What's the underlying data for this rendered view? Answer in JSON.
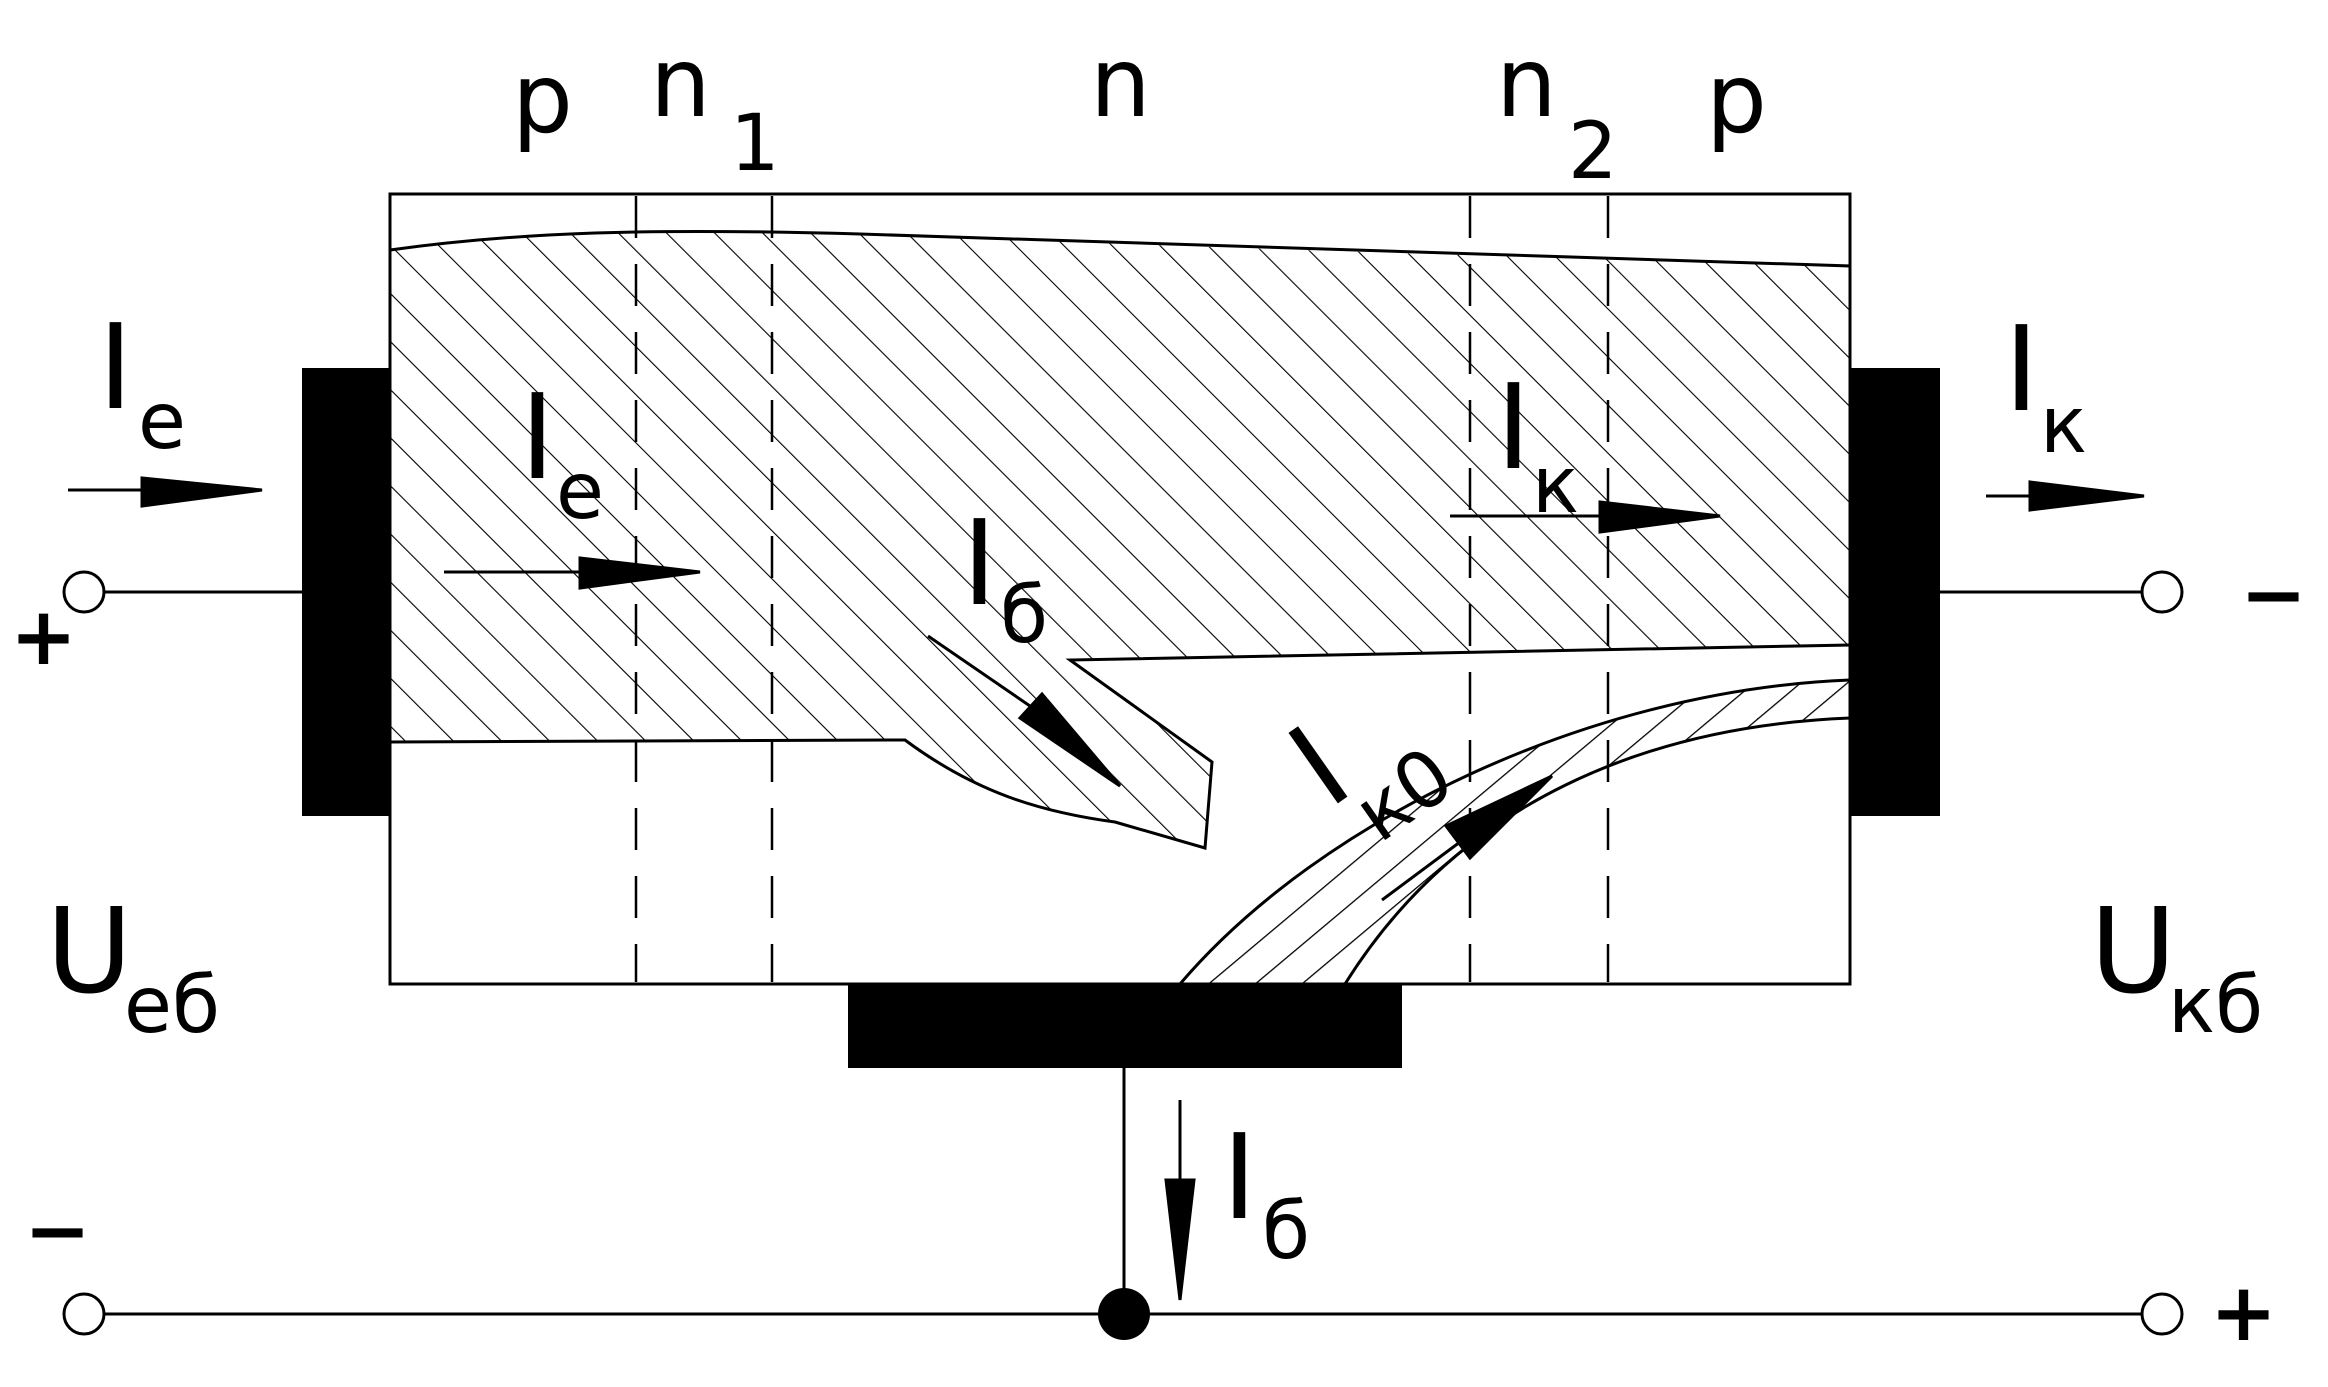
{
  "regions": {
    "p_left": "p",
    "n1_main": "n",
    "n1_sub": "1",
    "n_mid": "n",
    "n2_main": "n",
    "n2_sub": "2",
    "p_right": "p"
  },
  "currents": {
    "emitter_outer": {
      "main": "I",
      "sub": "e"
    },
    "emitter_inner": {
      "main": "I",
      "sub": "e"
    },
    "base_inner": {
      "main": "I",
      "sub": "б"
    },
    "collector_inner": {
      "main": "I",
      "sub": "к"
    },
    "collector_leak": {
      "main": "I",
      "sub": "к0"
    },
    "collector_outer": {
      "main": "I",
      "sub": "к"
    },
    "base_outer": {
      "main": "I",
      "sub": "б"
    }
  },
  "voltages": {
    "emitter_base": {
      "main": "U",
      "sub": "еб"
    },
    "collector_base": {
      "main": "U",
      "sub": "кб"
    }
  },
  "polarity": {
    "emitter_terminal": "+",
    "collector_terminal": "−",
    "bottom_left": "−",
    "bottom_right": "+"
  }
}
